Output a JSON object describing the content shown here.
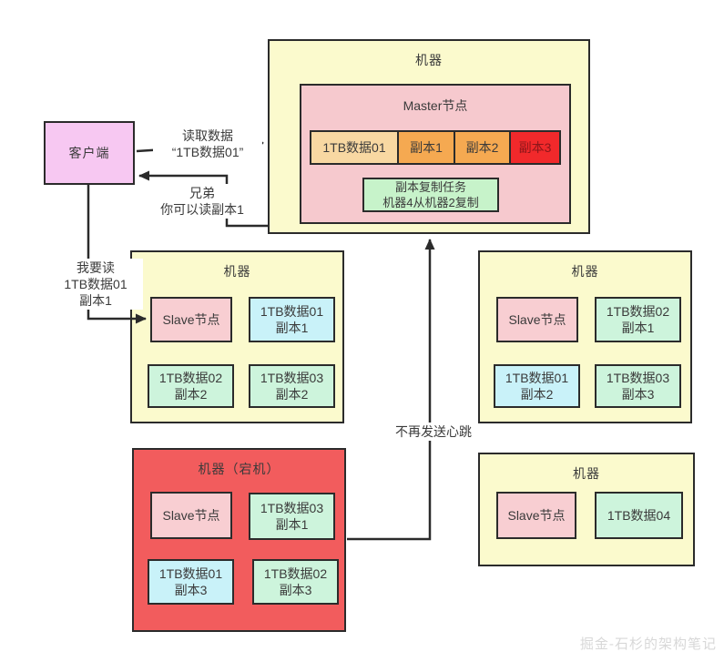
{
  "client": {
    "label": "客户端"
  },
  "master": {
    "machine_title": "机器",
    "node_title": "Master节点",
    "blocks": [
      {
        "label": "1TB数据01",
        "color": "peach"
      },
      {
        "label": "副本1",
        "color": "orange"
      },
      {
        "label": "副本2",
        "color": "orange"
      },
      {
        "label": "副本3",
        "color": "red"
      }
    ],
    "task": {
      "line1": "副本复制任务",
      "line2": "机器4从机器2复制"
    }
  },
  "machines": [
    {
      "title": "机器",
      "node_label": "Slave节点",
      "cells": [
        {
          "line1": "1TB数据01",
          "line2": "副本1",
          "color": "cyan"
        },
        {
          "line1": "1TB数据02",
          "line2": "副本2",
          "color": "mint"
        },
        {
          "line1": "1TB数据03",
          "line2": "副本2",
          "color": "mint"
        }
      ]
    },
    {
      "title": "机器",
      "node_label": "Slave节点",
      "cells": [
        {
          "line1": "1TB数据02",
          "line2": "副本1",
          "color": "mint"
        },
        {
          "line1": "1TB数据01",
          "line2": "副本2",
          "color": "cyan"
        },
        {
          "line1": "1TB数据03",
          "line2": "副本3",
          "color": "mint"
        }
      ]
    },
    {
      "title": "机器（宕机）",
      "node_label": "Slave节点",
      "cells": [
        {
          "line1": "1TB数据03",
          "line2": "副本1",
          "color": "mint"
        },
        {
          "line1": "1TB数据01",
          "line2": "副本3",
          "color": "cyan"
        },
        {
          "line1": "1TB数据02",
          "line2": "副本3",
          "color": "mint"
        }
      ]
    },
    {
      "title": "机器",
      "node_label": "Slave节点",
      "cells": [
        {
          "line1": "1TB数据04",
          "color": "mint"
        }
      ]
    }
  ],
  "arrows": {
    "read_request": {
      "line1": "读取数据",
      "line2": "“1TB数据01”"
    },
    "reply": {
      "line1": "兄弟",
      "line2": "你可以读副本1"
    },
    "client_request": {
      "line1": "我要读",
      "line2": "1TB数据01",
      "line3": "副本1"
    },
    "heartbeat": {
      "label": "不再发送心跳"
    }
  },
  "watermark": "掘金-石杉的架构笔记",
  "colors": {
    "machine_yellow": "#fbfacd",
    "machine_down_red": "#f25c5d",
    "master_node_pink": "#f6c9ce",
    "slave_pink": "#f8ced2",
    "client_magenta": "#f7c8f2",
    "data_cyan": "#c9f2f9",
    "data_mint": "#cdf4dc",
    "task_green": "#c7f3ca",
    "block_peach": "#f8d8a2",
    "block_orange": "#f5a951",
    "block_lost_red": "#f1292b",
    "line_black": "#2b2b2b"
  }
}
